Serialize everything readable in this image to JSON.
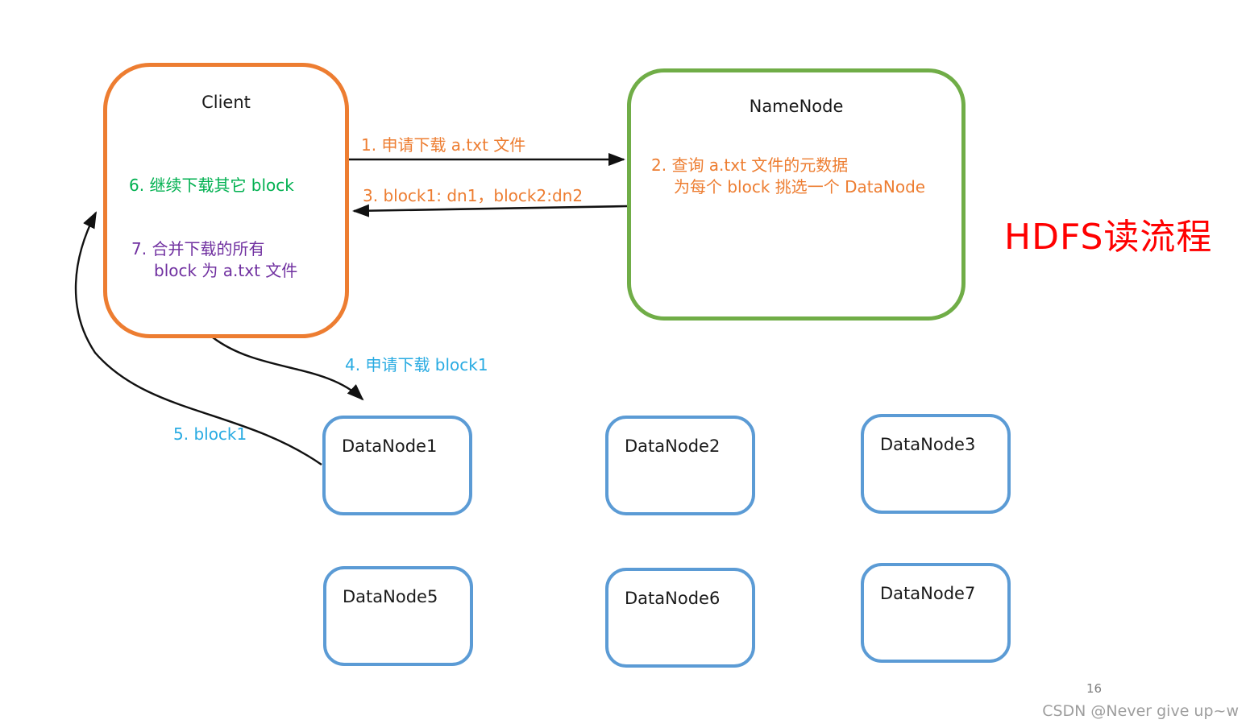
{
  "title": {
    "text": "HDFS读流程",
    "color": "#FF0000"
  },
  "nodes": {
    "client": "Client",
    "namenode": "NameNode",
    "datanode1": "DataNode1",
    "datanode2": "DataNode2",
    "datanode3": "DataNode3",
    "datanode5": "DataNode5",
    "datanode6": "DataNode6",
    "datanode7": "DataNode7"
  },
  "steps": {
    "step1": "1. 申请下载 a.txt 文件",
    "step2_line1": "2. 查询 a.txt 文件的元数据",
    "step2_line2": "为每个 block 挑选一个 DataNode",
    "step3": "3. block1: dn1，block2:dn2",
    "step4": "4. 申请下载 block1",
    "step5": "5. block1",
    "step6": "6. 继续下载其它 block",
    "step7_line1": "7. 合并下载的所有",
    "step7_line2": "block 为 a.txt 文件"
  },
  "footer": {
    "page_number": "16",
    "watermark": "CSDN @Never give up~w"
  },
  "colors": {
    "client_border": "#ED7D31",
    "namenode_border": "#70AD47",
    "datanode_border": "#5B9BD5",
    "orange_text": "#ED7D31",
    "blue_text": "#29ABE2",
    "green_text": "#00B050",
    "purple_text": "#7030A0",
    "title_red": "#FF0000",
    "arrow_black": "#111111",
    "footer_gray": "#9E9E9E"
  }
}
